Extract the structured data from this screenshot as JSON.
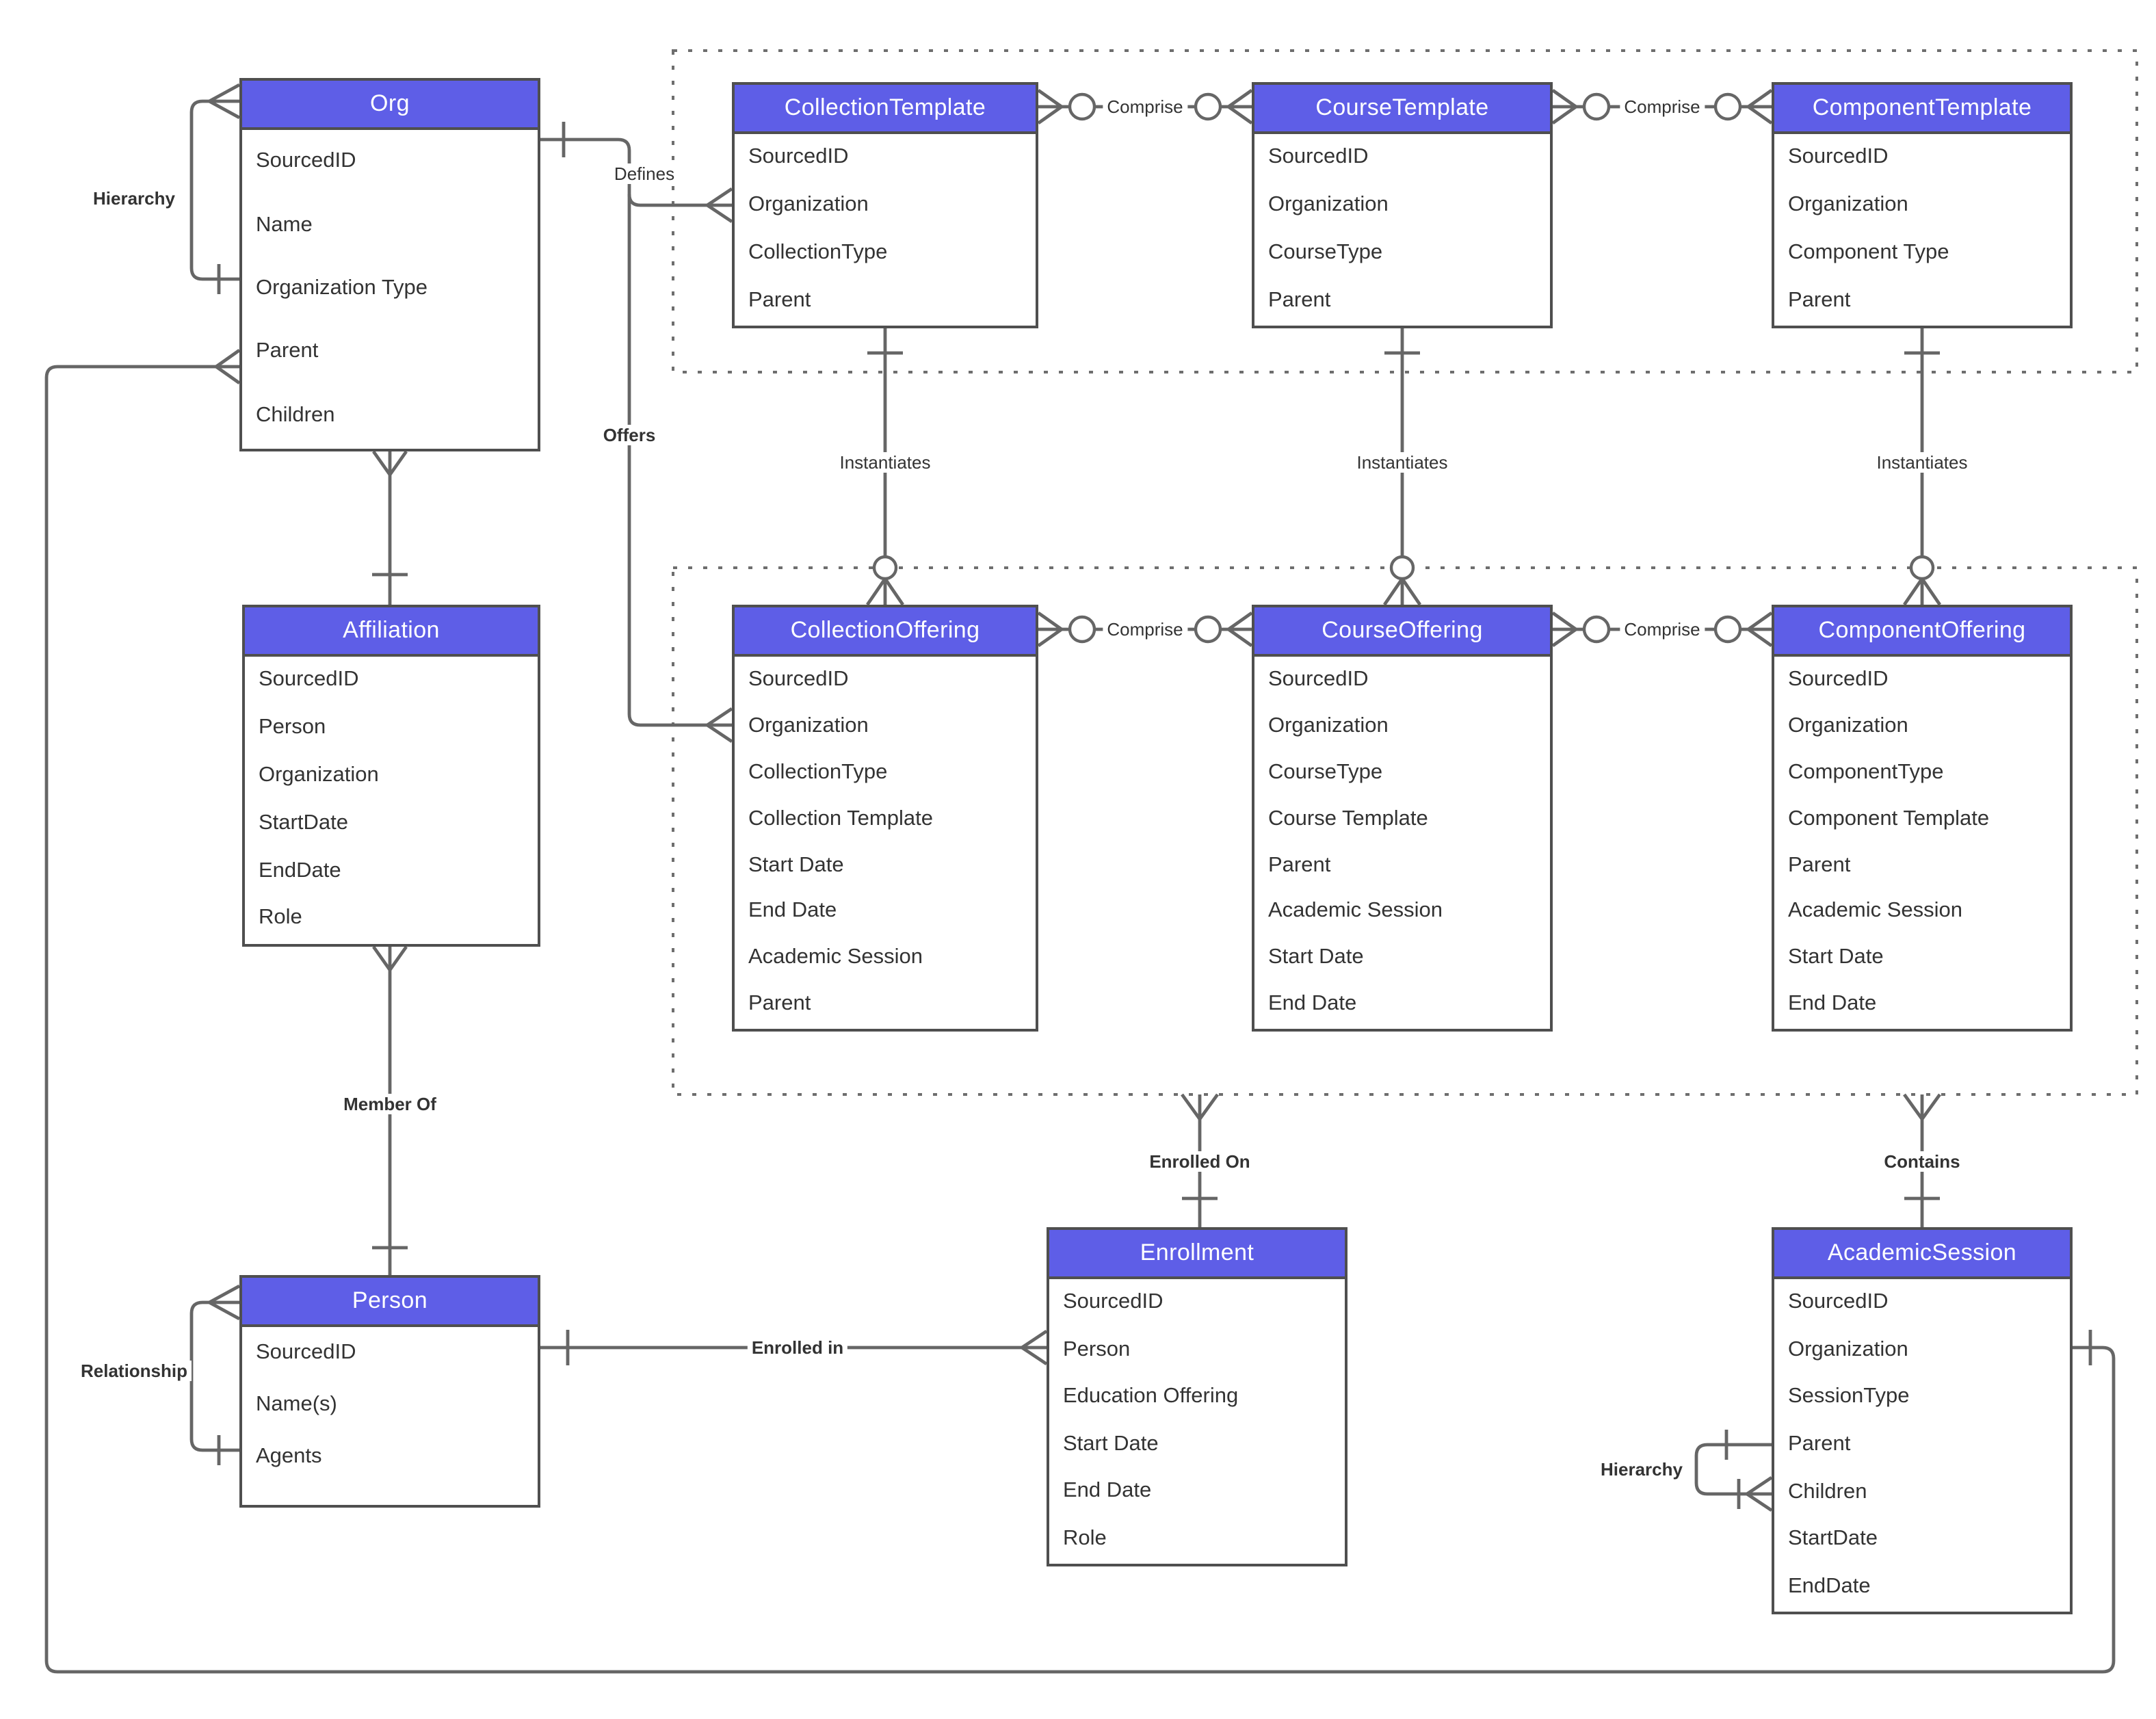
{
  "colors": {
    "header_fill": "#5e5ee7",
    "header_text": "#ffffff",
    "entity_border": "#4f4f4f",
    "connector": "#666666",
    "label_text": "#333333",
    "field_text": "#333333",
    "background": "#ffffff",
    "dashed_border": "#6e6e6e"
  },
  "entities": [
    {
      "id": "org",
      "title": "Org",
      "fields": [
        "SourcedID",
        "Name",
        "Organization Type",
        "Parent",
        "Children"
      ]
    },
    {
      "id": "collection-template",
      "title": "CollectionTemplate",
      "fields": [
        "SourcedID",
        "Organization",
        "CollectionType",
        "Parent"
      ]
    },
    {
      "id": "course-template",
      "title": "CourseTemplate",
      "fields": [
        "SourcedID",
        "Organization",
        "CourseType",
        "Parent"
      ]
    },
    {
      "id": "component-template",
      "title": "ComponentTemplate",
      "fields": [
        "SourcedID",
        "Organization",
        "Component Type",
        "Parent"
      ]
    },
    {
      "id": "affiliation",
      "title": "Affiliation",
      "fields": [
        "SourcedID",
        "Person",
        "Organization",
        "StartDate",
        "EndDate",
        "Role"
      ]
    },
    {
      "id": "collection-offering",
      "title": "CollectionOffering",
      "fields": [
        "SourcedID",
        "Organization",
        "CollectionType",
        "Collection Template",
        "Start Date",
        "End Date",
        "Academic Session",
        "Parent"
      ]
    },
    {
      "id": "course-offering",
      "title": "CourseOffering",
      "fields": [
        "SourcedID",
        "Organization",
        "CourseType",
        "Course Template",
        "Parent",
        "Academic Session",
        "Start Date",
        "End Date"
      ]
    },
    {
      "id": "component-offering",
      "title": "ComponentOffering",
      "fields": [
        "SourcedID",
        "Organization",
        "ComponentType",
        "Component Template",
        "Parent",
        "Academic Session",
        "Start Date",
        "End Date"
      ]
    },
    {
      "id": "person",
      "title": "Person",
      "fields": [
        "SourcedID",
        "Name(s)",
        "Agents"
      ]
    },
    {
      "id": "enrollment",
      "title": "Enrollment",
      "fields": [
        "SourcedID",
        "Person",
        "Education Offering",
        "Start Date",
        "End Date",
        "Role"
      ]
    },
    {
      "id": "academic-session",
      "title": "AcademicSession",
      "fields": [
        "SourcedID",
        "Organization",
        "SessionType",
        "Parent",
        "Children",
        "StartDate",
        "EndDate"
      ]
    }
  ],
  "labels": {
    "hierarchy_org": "Hierarchy",
    "defines": "Defines",
    "offers": "Offers",
    "comprise_templates_1": "Comprise",
    "comprise_templates_2": "Comprise",
    "comprise_offerings_1": "Comprise",
    "comprise_offerings_2": "Comprise",
    "instantiates_1": "Instantiates",
    "instantiates_2": "Instantiates",
    "instantiates_3": "Instantiates",
    "member_of": "Member Of",
    "enrolled_on": "Enrolled On",
    "contains": "Contains",
    "enrolled_in": "Enrolled in",
    "relationship": "Relationship",
    "hierarchy_session": "Hierarchy"
  }
}
